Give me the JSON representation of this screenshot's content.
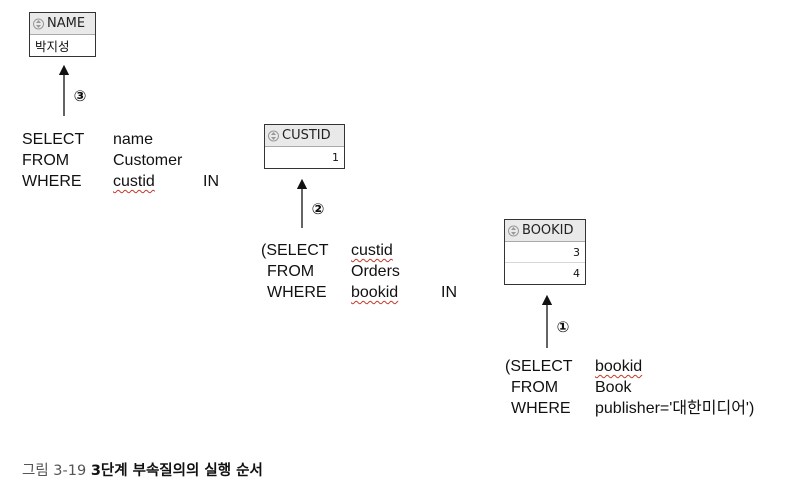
{
  "results": {
    "name": {
      "header": "NAME",
      "rows": [
        "박지성"
      ]
    },
    "custid": {
      "header": "CUSTID",
      "rows": [
        "1"
      ]
    },
    "bookid": {
      "header": "BOOKID",
      "rows": [
        "3",
        "4"
      ]
    }
  },
  "queries": {
    "outer": {
      "select_kw": "SELECT",
      "select_val": "name",
      "from_kw": "FROM",
      "from_val": "Customer",
      "where_kw": "WHERE",
      "where_val": "custid",
      "op": "IN"
    },
    "middle": {
      "select_kw": "(SELECT",
      "select_val": "custid",
      "from_kw": "FROM",
      "from_val": "Orders",
      "where_kw": "WHERE",
      "where_val": "bookid",
      "op": "IN"
    },
    "inner": {
      "select_kw": "(SELECT",
      "select_val": "bookid",
      "from_kw": "FROM",
      "from_val": "Book",
      "where_kw": "WHERE",
      "where_val": "publisher='대한미디어')"
    }
  },
  "steps": {
    "one": "①",
    "two": "②",
    "three": "③"
  },
  "caption": {
    "label": "그림 3-19",
    "title": "3단계 부속질의의 실행 순서"
  },
  "colors": {
    "header_bg": "#e9e9e9",
    "squiggle": "#c0392b"
  }
}
